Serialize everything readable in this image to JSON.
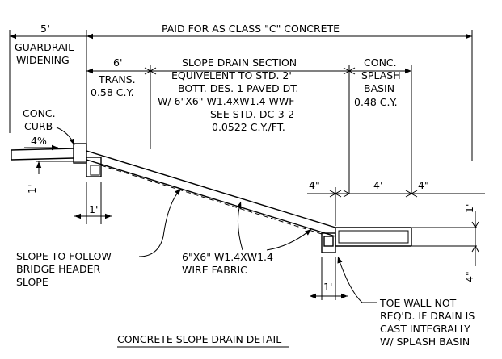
{
  "dims": {
    "guardrail_width": "5'",
    "paid_for": "PAID FOR AS CLASS \"C\" CONCRETE",
    "trans_width": "6'",
    "curb_offset": "1'",
    "curb_height": "1'",
    "toe_gap": "1'",
    "basin_wall_left": "4\"",
    "basin_width": "4'",
    "basin_wall_right": "4\"",
    "basin_depth": "1'",
    "toe_depth": "4\""
  },
  "sections": {
    "guardrail": [
      "GUARDRAIL",
      "WIDENING"
    ],
    "trans": [
      "TRANS.",
      "0.58 C.Y."
    ],
    "slope_drain_title": "SLOPE DRAIN SECTION",
    "slope_drain": [
      "EQUIVELENT TO STD. 2'",
      "BOTT. DES. 1 PAVED DT.",
      "W/ 6\"X6\" W1.4XW1.4  WWF",
      "SEE STD. DC-3-2",
      "0.0522 C.Y./FT."
    ],
    "basin_title": "CONC.",
    "basin": [
      "SPLASH",
      "BASIN",
      "0.48 C.Y."
    ]
  },
  "labels": {
    "curb": [
      "CONC.",
      "CURB"
    ],
    "grade": "4%",
    "slope_note": [
      "SLOPE TO FOLLOW",
      "BRIDGE HEADER",
      "SLOPE"
    ],
    "fabric": [
      "6\"X6\" W1.4XW1.4",
      "WIRE FABRIC"
    ],
    "toe_note": [
      "TOE WALL NOT",
      "REQ'D. IF DRAIN IS",
      "CAST INTEGRALLY",
      "W/ SPLASH BASIN"
    ],
    "title": "CONCRETE SLOPE DRAIN DETAIL"
  }
}
